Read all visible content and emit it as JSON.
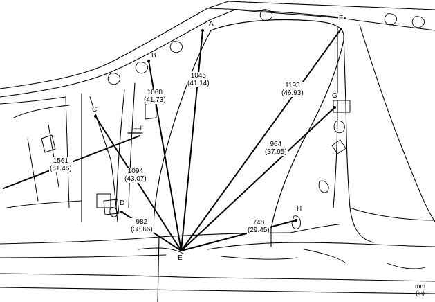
{
  "points": {
    "A": "A",
    "B": "B",
    "C": "C",
    "D": "D",
    "E": "E",
    "F": "F",
    "G": "G",
    "H": "H",
    "section": "I—I'"
  },
  "measurements": [
    {
      "mm": "1045",
      "in": "(41.14)"
    },
    {
      "mm": "1060",
      "in": "(41.73)"
    },
    {
      "mm": "1193",
      "in": "(46.93)"
    },
    {
      "mm": "1094",
      "in": "(43.07)"
    },
    {
      "mm": "964",
      "in": "(37.95)"
    },
    {
      "mm": "1561",
      "in": "(61.46)"
    },
    {
      "mm": "982",
      "in": "(38.66)"
    },
    {
      "mm": "748",
      "in": "(29.45)"
    }
  ],
  "units": {
    "mm": "mm",
    "in": "(in)"
  }
}
